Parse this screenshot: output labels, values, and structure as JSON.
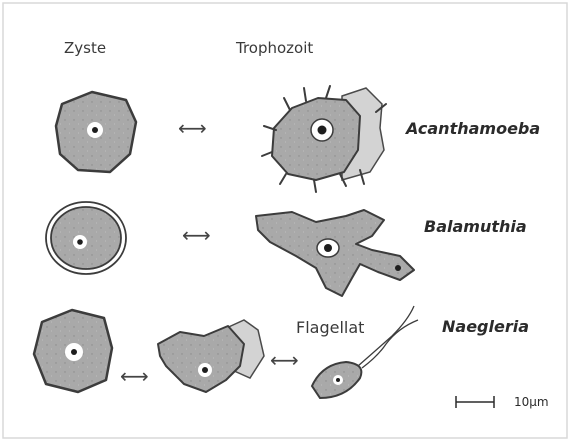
{
  "headers": {
    "cyst": "Zyste",
    "trophozoite": "Trophozoit"
  },
  "organisms": {
    "acanthamoeba": "Acanthamoeba",
    "balamuthia": "Balamuthia",
    "naegleria": "Naegleria"
  },
  "flagellate_label": "Flagellat",
  "scale_bar": {
    "label": "10µm",
    "length_um": 10
  },
  "arrow_glyph": "⟷",
  "colors": {
    "frame": "#d9d9d9",
    "cell_fill": "#a9a9a9",
    "cell_stroke": "#3c3c3c",
    "pseudopod_fill": "#d3d3d3",
    "nucleus": "#ffffff",
    "nucleolus": "#1e1e1e",
    "text": "#2b2b2b"
  }
}
